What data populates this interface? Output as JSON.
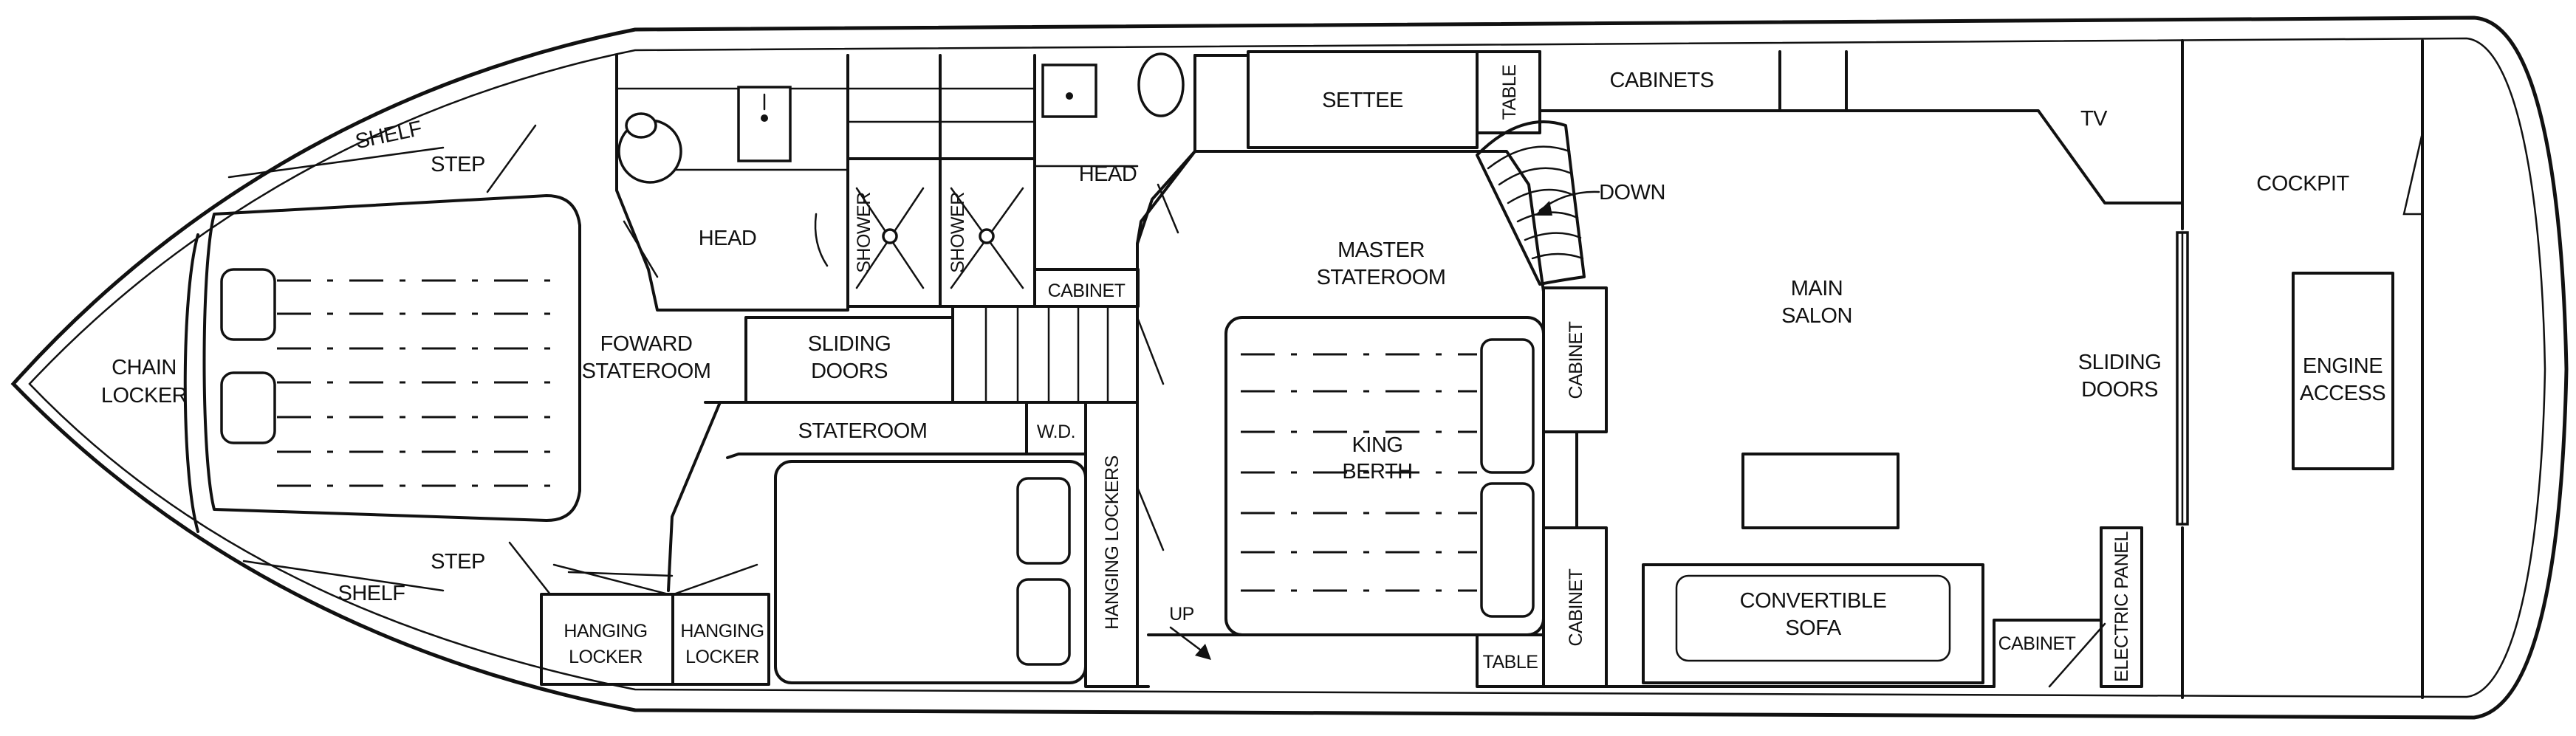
{
  "labels": {
    "chain_locker": [
      "CHAIN",
      "LOCKER"
    ],
    "shelf_top": "SHELF",
    "step_top": "STEP",
    "step_bottom": "STEP",
    "shelf_bottom": "SHELF",
    "head_forward": "HEAD",
    "shower_1": "SHOWER",
    "shower_2": "SHOWER",
    "head_aft": "HEAD",
    "cabinet_head": "CABINET",
    "foward_stateroom": [
      "FOWARD",
      "STATEROOM"
    ],
    "sliding_doors_forward": [
      "SLIDING",
      "DOORS"
    ],
    "stateroom": "STATEROOM",
    "wd": "W.D.",
    "hanging_locker_1": [
      "HANGING",
      "LOCKER"
    ],
    "hanging_locker_2": [
      "HANGING",
      "LOCKER"
    ],
    "hanging_lockers": "HANGING LOCKERS",
    "up": "UP",
    "settee": "SETTEE",
    "table_top": "TABLE",
    "cabinets": "CABINETS",
    "tv": "TV",
    "down": "DOWN",
    "master_stateroom": [
      "MASTER",
      "STATEROOM"
    ],
    "king_berth": [
      "KING",
      "BERTH"
    ],
    "cabinet_upper": "CABINET",
    "cabinet_lower": "CABINET",
    "table_bottom": "TABLE",
    "main_salon": [
      "MAIN",
      "SALON"
    ],
    "convertible_sofa": [
      "CONVERTIBLE",
      "SOFA"
    ],
    "cabinet_salon": "CABINET",
    "electric_panel": "ELECTRIC PANEL",
    "sliding_doors_aft": [
      "SLIDING",
      "DOORS"
    ],
    "cockpit": "COCKPIT",
    "engine_access": [
      "ENGINE",
      "ACCESS"
    ]
  }
}
